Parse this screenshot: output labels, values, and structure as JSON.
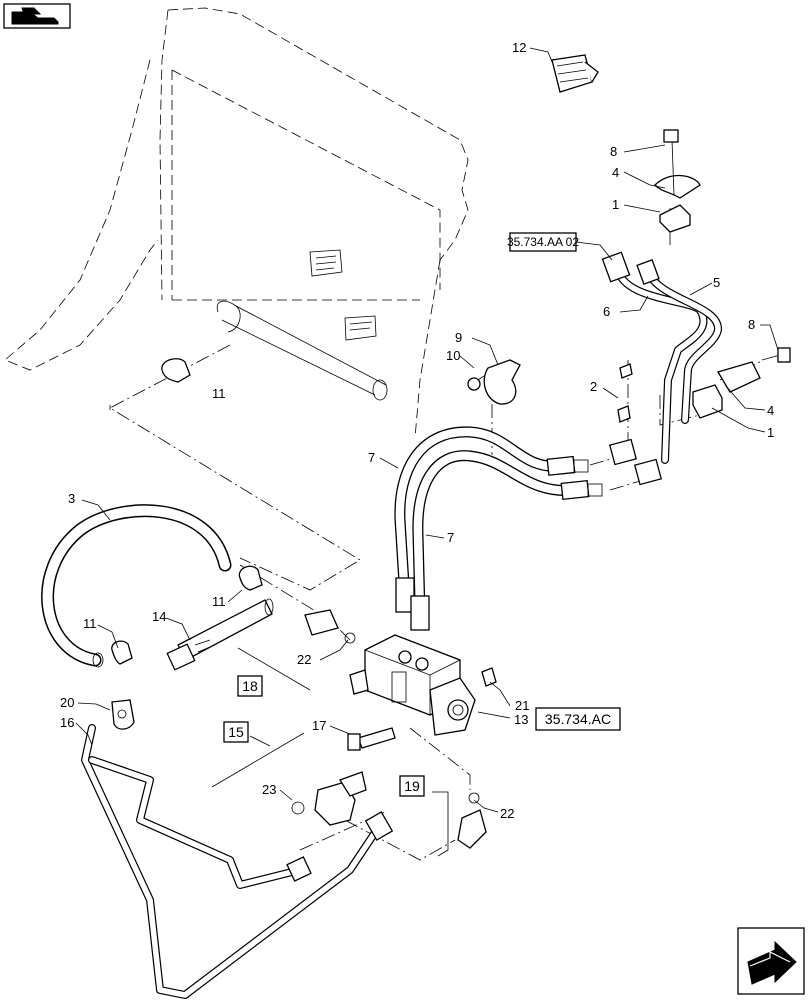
{
  "callouts": {
    "c1a": "1",
    "c1b": "1",
    "c2": "2",
    "c3": "3",
    "c4a": "4",
    "c4b": "4",
    "c5": "5",
    "c6": "6",
    "c7a": "7",
    "c7b": "7",
    "c8a": "8",
    "c8b": "8",
    "c9": "9",
    "c10": "10",
    "c11a": "11",
    "c11b": "11",
    "c11c": "11",
    "c12": "12",
    "c13": "13",
    "c14": "14",
    "c16": "16",
    "c17": "17",
    "c20": "20",
    "c21": "21",
    "c22a": "22",
    "c22b": "22",
    "c23": "23"
  },
  "boxed_numbers": {
    "b15": "15",
    "b18": "18",
    "b19": "19"
  },
  "references": {
    "ref_aa02": "35.734.AA 02",
    "ref_ac": "35.734.AC"
  },
  "icons": {
    "top_left": "section-nav-icon",
    "bottom_right": "next-page-arrow-icon"
  }
}
